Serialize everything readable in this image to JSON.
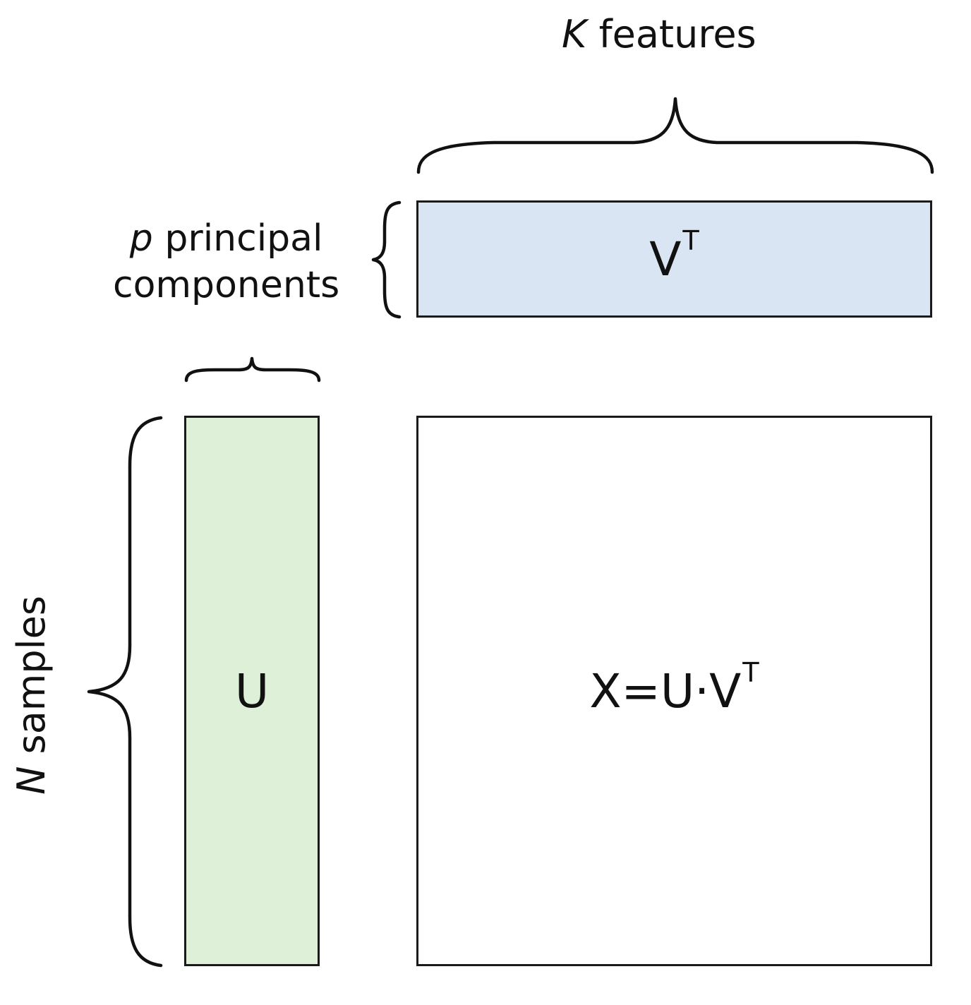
{
  "labels": {
    "features": {
      "variable": "K",
      "text": "features"
    },
    "principal_components": {
      "variable": "p",
      "line1": "principal",
      "line2": "components"
    },
    "samples": {
      "variable": "N",
      "text": "samples"
    }
  },
  "matrices": {
    "vt": {
      "base": "V",
      "superscript": "T",
      "fill": "#d9e5f3"
    },
    "u": {
      "base": "U",
      "fill": "#dff0d9"
    },
    "x": {
      "base": "X=U·V",
      "superscript": "T",
      "fill": "#ffffff"
    }
  },
  "colors": {
    "stroke": "#1a1a1a",
    "text": "#111111"
  }
}
